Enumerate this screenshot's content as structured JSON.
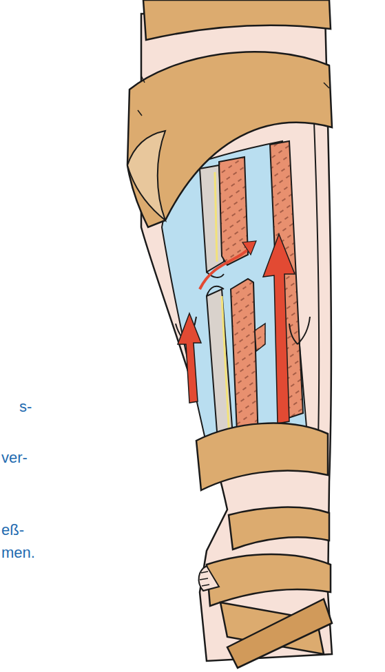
{
  "diagram": {
    "labels": [
      "s-",
      "ver-",
      "eß-",
      "men."
    ]
  }
}
